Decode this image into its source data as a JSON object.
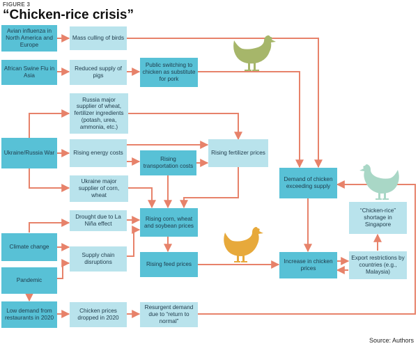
{
  "figure_label": "FIGURE 3",
  "title": "“Chicken-rice crisis”",
  "source": "Source: Authors",
  "colors": {
    "box_dark": "#58c1d6",
    "box_light": "#b9e3ec",
    "arrow": "#e7826a",
    "hen_olive": "#a6b66a",
    "hen_orange": "#e7a93b",
    "hen_mint": "#a9d7c6"
  },
  "nodes": {
    "avian_flu": "Avian influenza in North America and Europe",
    "mass_culling": "Mass culling of birds",
    "african_swine_flu": "African Swine Flu in Asia",
    "reduced_pigs": "Reduced supply of pigs",
    "public_switching": "Public switching to chicken as substitute for pork",
    "russia_supplier": "Russia major supplier of wheat, fertilizer ingredients (potash, urea, ammonia, etc.)",
    "ukraine_war": "Ukraine/Russia War",
    "rising_energy": "Rising energy costs",
    "rising_transport": "Rising transportation costs",
    "rising_fertilizer": "Rising fertilizer prices",
    "ukraine_supplier": "Ukraine major supplier of corn, wheat",
    "demand_chicken": "Demand of chicken exceeding supply",
    "drought": "Drought due to La Niña effect",
    "rising_corn": "Rising corn, wheat and soybean prices",
    "climate_change": "Climate change",
    "supply_chain": "Supply chain disruptions",
    "chicken_rice_shortage": "“Chicken-rice” shortage in Singapore",
    "rising_feed": "Rising feed prices",
    "increase_chicken_prices": "Increase in chicken prices",
    "export_restrictions": "Export restrictions by countries (e.g., Malaysia)",
    "pandemic": "Pandemic",
    "low_demand": "Low demand from restaurants in 2020",
    "chicken_prices_dropped": "Chicken prices dropped in 2020",
    "resurgent_demand": "Resurgent demand due to “return to normal”"
  }
}
